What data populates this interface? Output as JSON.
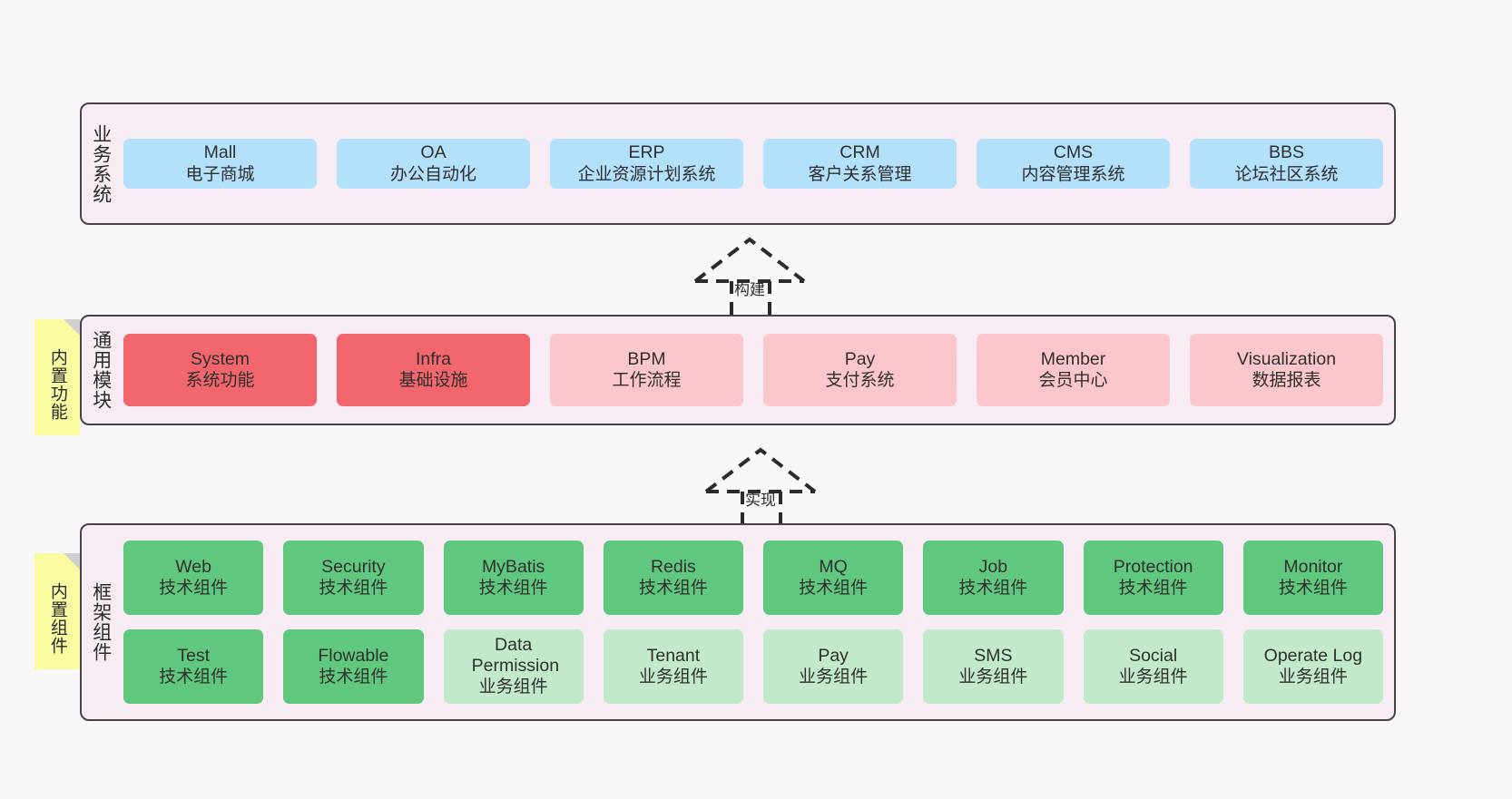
{
  "diagram": {
    "layers": [
      {
        "id": "business-system",
        "title": "业务系统",
        "color_class": "blue",
        "rows": [
          [
            {
              "en": "Mall",
              "cn": "电子商城"
            },
            {
              "en": "OA",
              "cn": "办公自动化"
            },
            {
              "en": "ERP",
              "cn": "企业资源计划系统"
            },
            {
              "en": "CRM",
              "cn": "客户关系管理"
            },
            {
              "en": "CMS",
              "cn": "内容管理系统"
            },
            {
              "en": "BBS",
              "cn": "论坛社区系统"
            }
          ]
        ]
      },
      {
        "id": "general-module",
        "title": "通用模块",
        "sticky": "内置功能",
        "rows": [
          [
            {
              "en": "System",
              "cn": "系统功能",
              "color": "red"
            },
            {
              "en": "Infra",
              "cn": "基础设施",
              "color": "red"
            },
            {
              "en": "BPM",
              "cn": "工作流程",
              "color": "pink"
            },
            {
              "en": "Pay",
              "cn": "支付系统",
              "color": "pink"
            },
            {
              "en": "Member",
              "cn": "会员中心",
              "color": "pink"
            },
            {
              "en": "Visualization",
              "cn": "数据报表",
              "color": "pink"
            }
          ]
        ]
      },
      {
        "id": "framework-component",
        "title": "框架组件",
        "sticky": "内置组件",
        "rows": [
          [
            {
              "en": "Web",
              "cn": "技术组件",
              "color": "green"
            },
            {
              "en": "Security",
              "cn": "技术组件",
              "color": "green"
            },
            {
              "en": "MyBatis",
              "cn": "技术组件",
              "color": "green"
            },
            {
              "en": "Redis",
              "cn": "技术组件",
              "color": "green"
            },
            {
              "en": "MQ",
              "cn": "技术组件",
              "color": "green"
            },
            {
              "en": "Job",
              "cn": "技术组件",
              "color": "green"
            },
            {
              "en": "Protection",
              "cn": "技术组件",
              "color": "green"
            },
            {
              "en": "Monitor",
              "cn": "技术组件",
              "color": "green"
            }
          ],
          [
            {
              "en": "Test",
              "cn": "技术组件",
              "color": "green"
            },
            {
              "en": "Flowable",
              "cn": "技术组件",
              "color": "green"
            },
            {
              "en": "Data Permission",
              "cn": "业务组件",
              "color": "lgreen"
            },
            {
              "en": "Tenant",
              "cn": "业务组件",
              "color": "lgreen"
            },
            {
              "en": "Pay",
              "cn": "业务组件",
              "color": "lgreen"
            },
            {
              "en": "SMS",
              "cn": "业务组件",
              "color": "lgreen"
            },
            {
              "en": "Social",
              "cn": "业务组件",
              "color": "lgreen"
            },
            {
              "en": "Operate Log",
              "cn": "业务组件",
              "color": "lgreen"
            }
          ]
        ]
      }
    ],
    "arrows": [
      {
        "id": "build-arrow",
        "label": "构建"
      },
      {
        "id": "implement-arrow",
        "label": "实现"
      }
    ],
    "colors": {
      "canvas_background": "#f8f8f8",
      "layer_background": "#f7ebf4",
      "layer_border": "#4a3f4a",
      "blue": "#b3e0fb",
      "red": "#f2666d",
      "pink": "#fcc6cd",
      "green": "#5fc87e",
      "light_green": "#c2e9c9",
      "sticky_note": "#fafaa0",
      "sticky_fold": "#cfcfcf",
      "arrow_stroke": "#2b2b2b"
    }
  }
}
